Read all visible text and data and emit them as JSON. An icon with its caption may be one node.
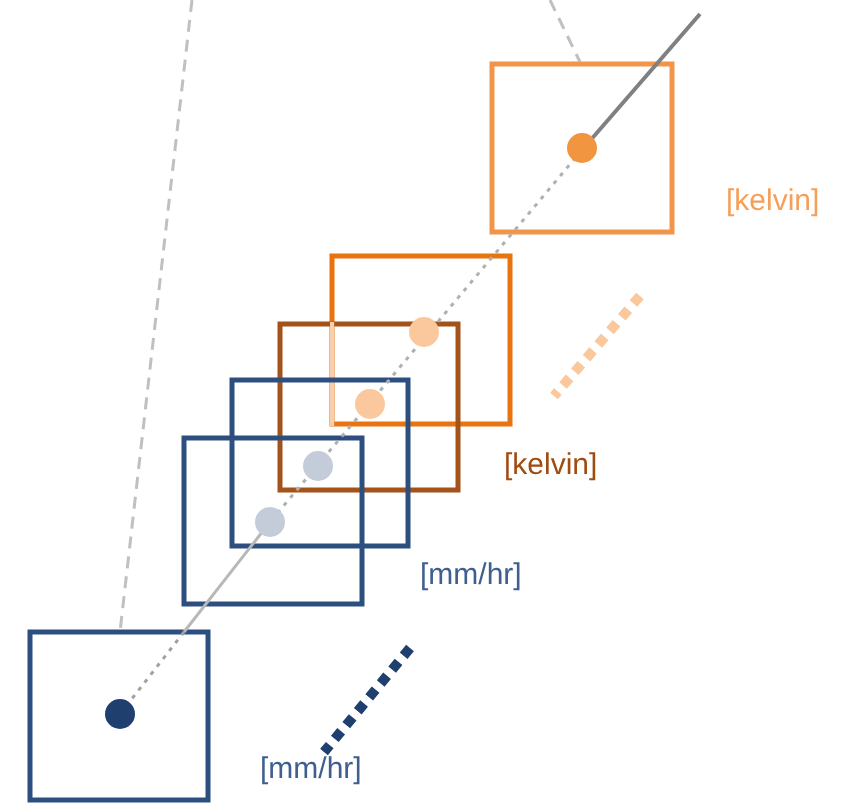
{
  "diagram": {
    "labels": [
      "[kelvin]",
      "[kelvin]",
      "[mm/hr]",
      "[mm/hr]"
    ]
  }
}
